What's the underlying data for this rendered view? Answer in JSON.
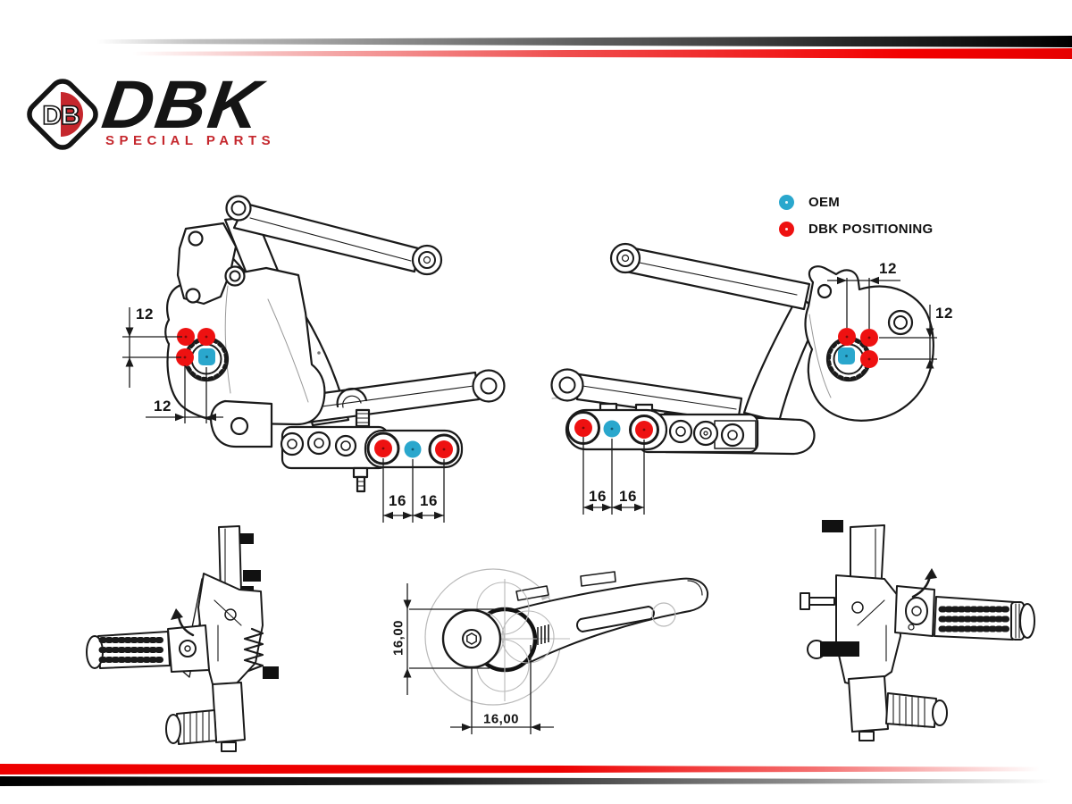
{
  "brand": {
    "monogram": "DB",
    "name": "DBK",
    "tagline": "SPECIAL PARTS"
  },
  "legend": {
    "oem_label": "OEM",
    "dbk_label": "DBK POSITIONING"
  },
  "colors": {
    "oem_blue": "#2aa7cd",
    "dbk_red": "#ee1111",
    "brand_red": "#c5272d",
    "stripe_red": "#ee0000",
    "line_black": "#1a1a1a"
  },
  "dimensions": {
    "left_vertical": "12",
    "left_horizontal": "12",
    "left_peg_a": "16",
    "left_peg_b": "16",
    "right_top": "12",
    "right_side": "12",
    "right_peg_a": "16",
    "right_peg_b": "16",
    "detail_vertical": "16,00",
    "detail_horizontal": "16,00"
  }
}
